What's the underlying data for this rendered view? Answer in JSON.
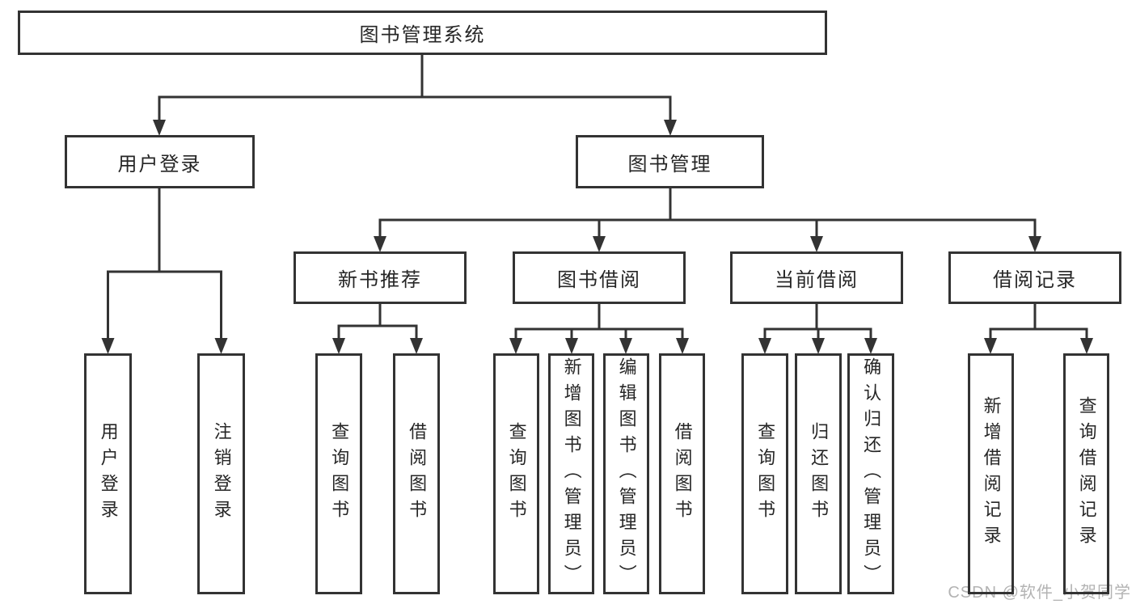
{
  "diagram": {
    "root": {
      "label": "图书管理系统"
    },
    "level2": [
      {
        "label": "用户登录"
      },
      {
        "label": "图书管理"
      }
    ],
    "level3": [
      {
        "label": "新书推荐"
      },
      {
        "label": "图书借阅"
      },
      {
        "label": "当前借阅"
      },
      {
        "label": "借阅记录"
      }
    ],
    "leaves": {
      "user": [
        "用户登录",
        "注销登录"
      ],
      "recommend": [
        "查询图书",
        "借阅图书"
      ],
      "borrow": [
        "查询图书",
        "新增图书（管理员）",
        "编辑图书（管理员）",
        "借阅图书"
      ],
      "current": [
        "查询图书",
        "归还图书",
        "确认归还（管理员）"
      ],
      "records": [
        "新增借阅记录",
        "查询借阅记录"
      ]
    }
  },
  "watermark": {
    "text": "CSDN @软件_小贺同学"
  },
  "colors": {
    "line": "#333333",
    "text": "#262626",
    "watermark": "#b3b3b3",
    "background": "#ffffff"
  }
}
